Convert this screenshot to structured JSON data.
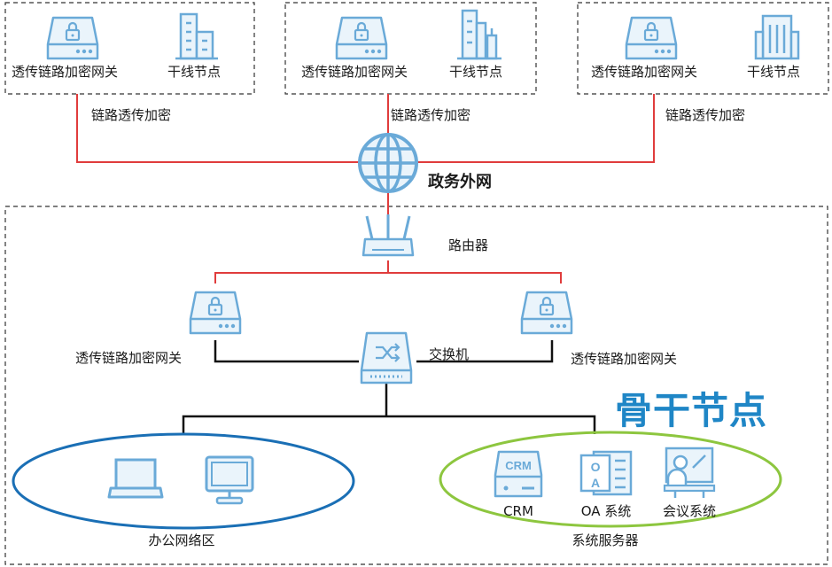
{
  "branches": [
    {
      "gateway_label": "透传链路加密网关",
      "node_label": "干线节点",
      "link_label": "链路透传加密"
    },
    {
      "gateway_label": "透传链路加密网关",
      "node_label": "干线节点",
      "link_label": "链路透传加密"
    },
    {
      "gateway_label": "透传链路加密网关",
      "node_label": "干线节点",
      "link_label": "链路透传加密"
    }
  ],
  "internet": {
    "label": "政务外网"
  },
  "router": {
    "label": "路由器"
  },
  "gateways": [
    {
      "label": "透传链路加密网关"
    },
    {
      "label": "透传链路加密网关"
    }
  ],
  "switch": {
    "label": "交换机"
  },
  "backbone": {
    "title": "骨干节点"
  },
  "office": {
    "label": "办公网络区"
  },
  "servers": {
    "label": "系统服务器",
    "items": [
      {
        "label": "CRM",
        "icon_text": "CRM"
      },
      {
        "label": "OA 系统",
        "icon_text": "OA"
      },
      {
        "label": "会议系统"
      }
    ]
  },
  "colors": {
    "icon_blue": "#6aaad8",
    "icon_fill": "#eaf4fb",
    "link_red": "#e03c3c",
    "title_blue": "#1f86c6",
    "office_ellipse": "#1a6fb5",
    "server_ellipse": "#8dc63f",
    "lan_black": "#111111",
    "dash": "#333333"
  }
}
